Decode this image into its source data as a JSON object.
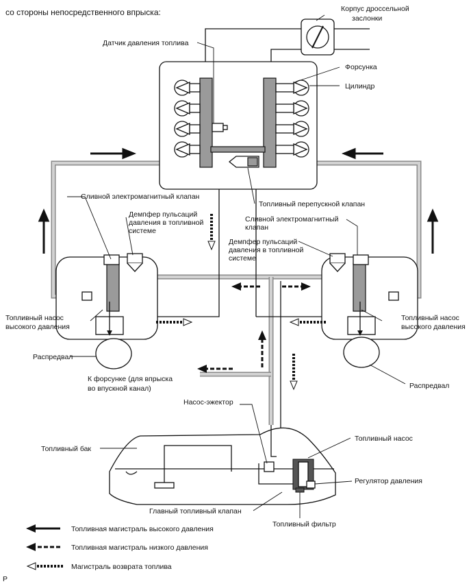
{
  "header": "со стороны непосредственного впрыска:",
  "labels": {
    "throttle_body": [
      "Корпус дроссельной",
      "заслонки"
    ],
    "fuel_pressure_sensor": "Датчик давления топлива",
    "injector": "Форсунка",
    "cylinder": "Цилиндр",
    "relief_valve": "Топливный перепускной клапан",
    "drain_solenoid_left": "Сливной электромагнитный клапан",
    "pulsation_damper_left": [
      "Демпфер пульсаций",
      "давления в топливной",
      "системе"
    ],
    "drain_solenoid_right": [
      "Сливной электромагнитный",
      "клапан"
    ],
    "pulsation_damper_right": [
      "Демпфер пульсаций",
      "давления в топливной",
      "системе"
    ],
    "hp_pump_left": [
      "Топливный насос",
      "высокого давления"
    ],
    "hp_pump_right": [
      "Топливный насос",
      "высокого давления"
    ],
    "camshaft_left": "Распредвал",
    "camshaft_right": "Распредвал",
    "to_port_injector": [
      "К форсунке (для впрыска",
      "во впускной канал)"
    ],
    "jet_pump": "Насос-эжектор",
    "fuel_tank": "Топливный бак",
    "fuel_pump": "Топливный насос",
    "pressure_regulator": "Регулятор давления",
    "main_fuel_valve": "Главный топливный клапан",
    "fuel_filter": "Топливный фильтр"
  },
  "legend": [
    {
      "style": "high-pressure",
      "label": "Топливная магистраль высокого давления"
    },
    {
      "style": "low-pressure",
      "label": "Топливная магистраль низкого давления"
    },
    {
      "style": "return",
      "label": "Магистраль возврата топлива"
    }
  ],
  "footer_mark": "P"
}
